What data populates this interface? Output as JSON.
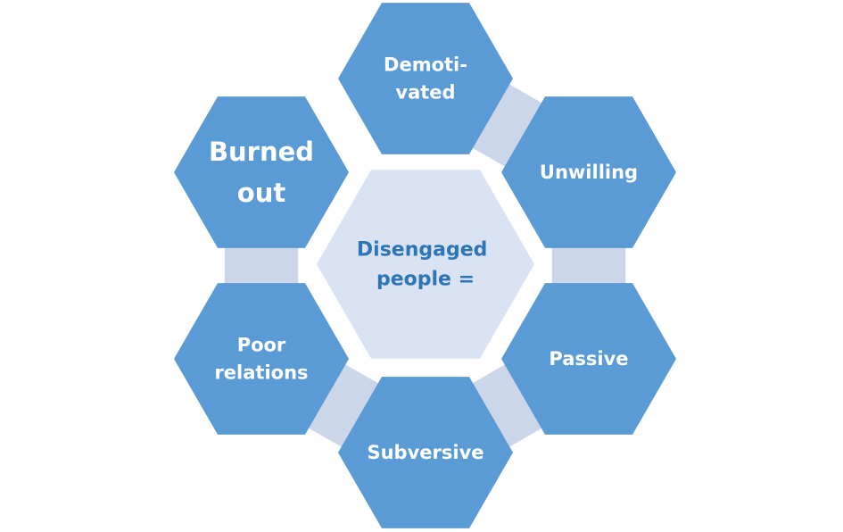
{
  "center": {
    "lines": [
      "Disengaged",
      "people ="
    ]
  },
  "items": [
    {
      "id": "demotivated",
      "lines": [
        "Demoti-",
        "vated"
      ]
    },
    {
      "id": "unwilling",
      "lines": [
        "Unwilling"
      ]
    },
    {
      "id": "passive",
      "lines": [
        "Passive"
      ]
    },
    {
      "id": "subversive",
      "lines": [
        "Subversive"
      ]
    },
    {
      "id": "poor-relations",
      "lines": [
        "Poor",
        "relations"
      ]
    },
    {
      "id": "burned-out",
      "lines": [
        "Burned",
        "out"
      ]
    }
  ],
  "colors": {
    "hex_fill": "#5b9bd5",
    "hex_text": "#ffffff",
    "center_fill": "#dae3f3",
    "center_text": "#2e75b6",
    "connector_fill": "#cbd6e8"
  }
}
